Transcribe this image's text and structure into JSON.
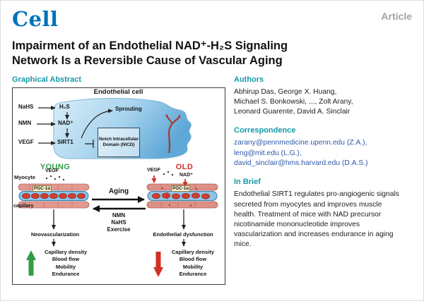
{
  "page": {
    "journal_logo": "Cell",
    "article_type": "Article"
  },
  "title": {
    "lines": [
      "Impairment of an Endothelial NAD⁺-H₂S Signaling",
      "Network Is a Reversible Cause of Vascular Aging"
    ]
  },
  "graphical_abstract": {
    "heading": "Graphical Abstract"
  },
  "authors": {
    "heading": "Authors",
    "lines": [
      "Abhirup Das, George X. Huang,",
      "Michael S. Bonkowski, ..., Zolt Arany,",
      "Leonard Guarente, David A. Sinclair"
    ]
  },
  "correspondence": {
    "heading": "Correspondence",
    "emails": [
      "zarany@pennmedicine.upenn.edu (Z.A.),",
      "leng@mit.edu (L.G.),",
      "david_sinclair@hms.harvard.edu (D.A.S.)"
    ]
  },
  "in_brief": {
    "heading": "In Brief",
    "text": "Endothelial SIRT1 regulates pro-angiogenic signals secreted from myocytes and improves muscle health. Treatment of mice with NAD precursor nicotinamide mononucleotide improves vascularization and increases endurance in aging mice."
  },
  "figure": {
    "cell_title": "Endothelial cell",
    "nahs": "NaHS",
    "h2s": "H₂S",
    "nmn": "NMN",
    "nad": "NAD⁺",
    "vegf": "VEGF",
    "sirt1": "SIRT1",
    "nicd": "Notch Intracellular Domain (NICD)",
    "sprouting": "Sprouting",
    "young": "YOUNG",
    "old": "OLD",
    "myocyte": "Myocyte",
    "pgc1a": "PGC-1α",
    "capillary": "capillary",
    "aging": "Aging",
    "exercise": "Exercise",
    "neovascularization": "Neovascularization",
    "endothelial_dysfunction": "Endothelial dysfunction",
    "outcomes": [
      "Capillary density",
      "Blood flow",
      "Mobility",
      "Endurance"
    ]
  },
  "colors": {
    "teal_heading": "#1599a8",
    "journal_blue": "#0072bc",
    "young_green": "#2f9e44",
    "old_red": "#cf3125",
    "link_blue": "#2d59a8",
    "cell_fill": "#a8d4ee"
  }
}
